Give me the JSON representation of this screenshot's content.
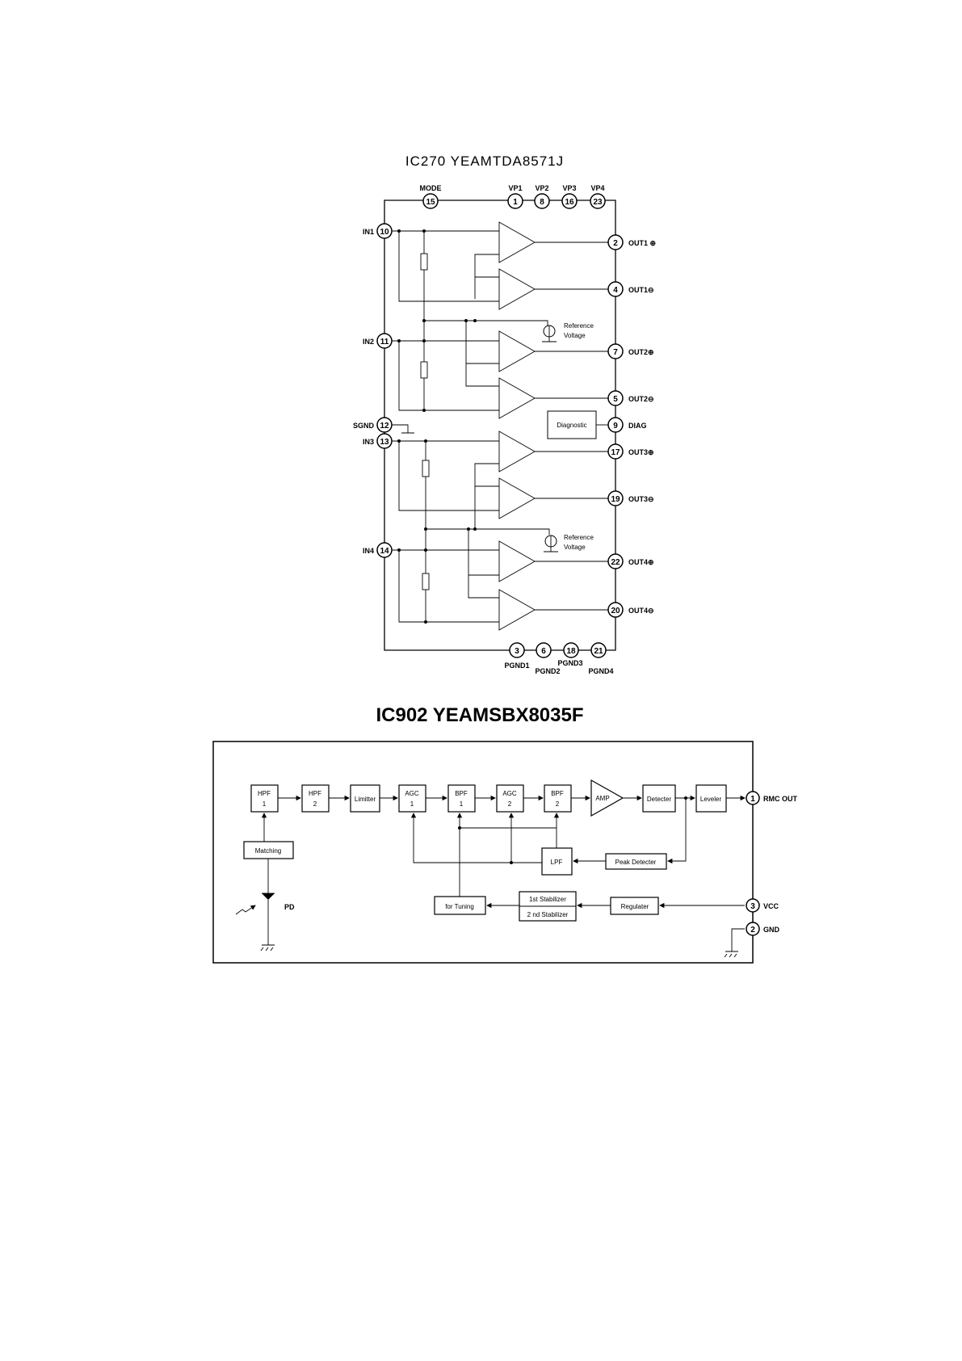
{
  "ic270": {
    "title": "IC270  YEAMTDA8571J",
    "top_pins": [
      {
        "num": "15",
        "label": "MODE"
      },
      {
        "num": "1",
        "label": "VP1"
      },
      {
        "num": "8",
        "label": "VP2"
      },
      {
        "num": "16",
        "label": "VP3"
      },
      {
        "num": "23",
        "label": "VP4"
      }
    ],
    "left_pins": [
      {
        "num": "10",
        "label": "IN1"
      },
      {
        "num": "11",
        "label": "IN2"
      },
      {
        "num": "12",
        "label": "SGND"
      },
      {
        "num": "13",
        "label": "IN3"
      },
      {
        "num": "14",
        "label": "IN4"
      }
    ],
    "right_pins": [
      {
        "num": "2",
        "label": "OUT1 ⊕"
      },
      {
        "num": "4",
        "label": "OUT1⊖"
      },
      {
        "num": "7",
        "label": "OUT2⊕"
      },
      {
        "num": "5",
        "label": "OUT2⊖"
      },
      {
        "num": "9",
        "label": "DIAG"
      },
      {
        "num": "17",
        "label": "OUT3⊕"
      },
      {
        "num": "19",
        "label": "OUT3⊖"
      },
      {
        "num": "22",
        "label": "OUT4⊕"
      },
      {
        "num": "20",
        "label": "OUT4⊖"
      }
    ],
    "bottom_pins": [
      {
        "num": "3",
        "label": "PGND1"
      },
      {
        "num": "6",
        "label": "PGND2"
      },
      {
        "num": "18",
        "label": "PGND3"
      },
      {
        "num": "21",
        "label": "PGND4"
      }
    ],
    "reference_label_1": "Reference",
    "reference_label_2": "Voltage",
    "diagnostic_label": "Diagnostic"
  },
  "ic902": {
    "title": "IC902  YEAMSBX8035F",
    "blocks": {
      "hpf1": [
        "HPF",
        "1"
      ],
      "hpf2": [
        "HPF",
        "2"
      ],
      "limitter": "Limitter",
      "agc1": [
        "AGC",
        "1"
      ],
      "bpf1": [
        "BPF",
        "1"
      ],
      "agc2": [
        "AGC",
        "2"
      ],
      "bpf2": [
        "BPF",
        "2"
      ],
      "amp": "AMP",
      "detecter": "Detecter",
      "leveler": "Leveler",
      "matching": "Matching",
      "lpf": "LPF",
      "peak_detecter": "Peak Detecter",
      "for_tuning": "for Tuning",
      "stabilizer1": "1st Stabilizer",
      "stabilizer2": "2 nd Stabilizer",
      "regulater": "Regulater",
      "pd": "PD"
    },
    "pins": [
      {
        "num": "1",
        "label": "RMC OUT"
      },
      {
        "num": "3",
        "label": "VCC"
      },
      {
        "num": "2",
        "label": "GND"
      }
    ]
  }
}
